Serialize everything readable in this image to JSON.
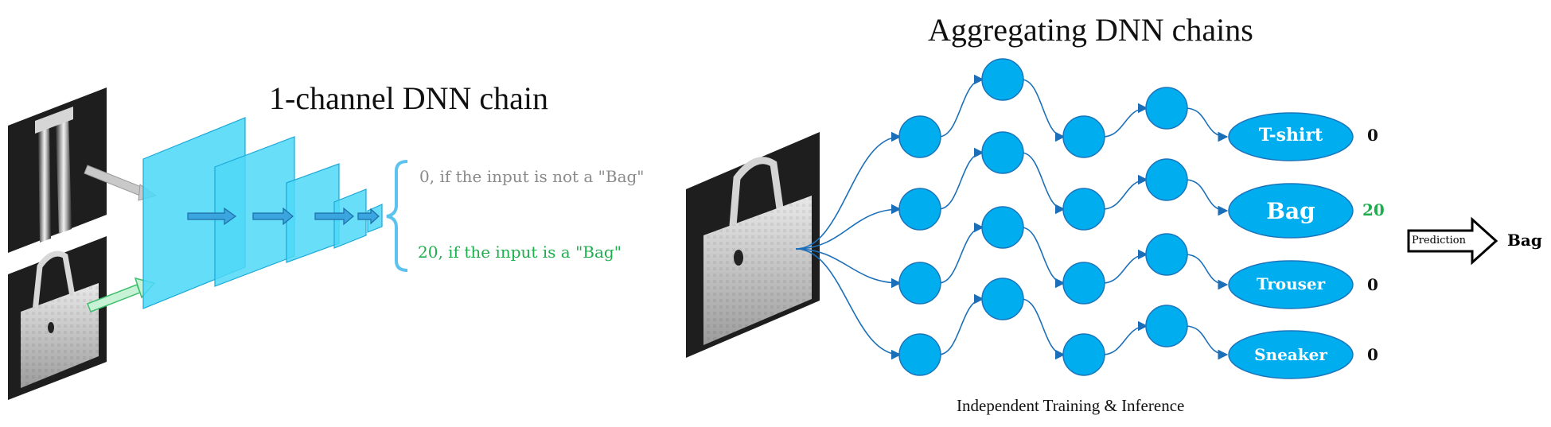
{
  "left_panel": {
    "title": "1-channel DNN chain",
    "output_negative": "0, if the input is not a \"Bag\"",
    "output_positive": "20, if the input is a \"Bag\"",
    "colors": {
      "layer_fill": "#4fd8f7",
      "layer_edge": "#1aa8d8",
      "negative_text": "#8a8a8a",
      "positive_text": "#1fae4e",
      "brace": "#5cc3ee"
    }
  },
  "right_panel": {
    "title": "Aggregating DNN chains",
    "caption": "Independent Training & Inference",
    "classes": [
      {
        "name": "T-shirt",
        "score": "0"
      },
      {
        "name": "Bag",
        "score": "20"
      },
      {
        "name": "Trouser",
        "score": "0"
      },
      {
        "name": "Sneaker",
        "score": "0"
      }
    ],
    "prediction_label": "Prediction",
    "prediction_result": "Bag",
    "colors": {
      "node_fill": "#00adef",
      "node_edge": "#1b75bb",
      "edge_line": "#1b6fb8",
      "highlight_score": "#1fae4e"
    }
  }
}
